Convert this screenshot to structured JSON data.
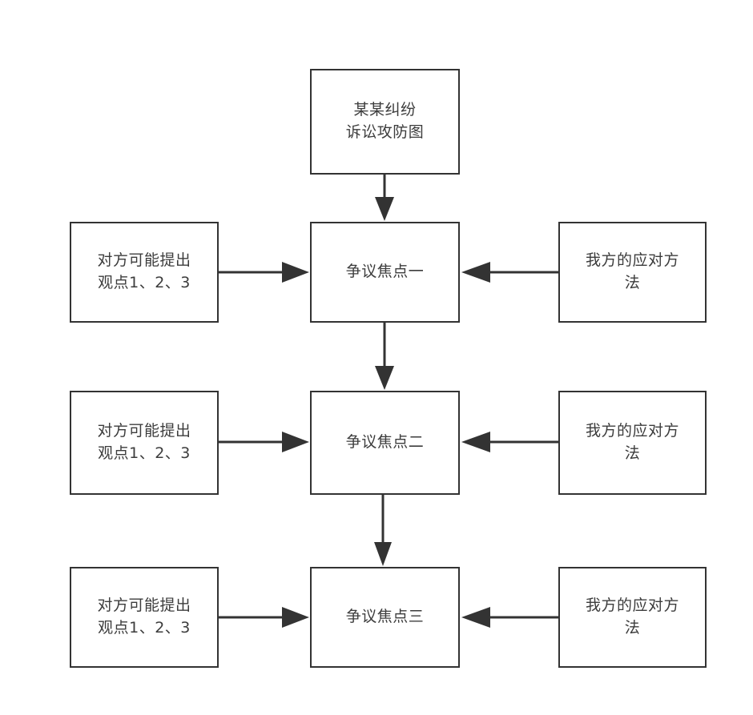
{
  "diagram": {
    "title_node": {
      "id": "title",
      "text": "某某纠纷\n诉讼攻防图"
    },
    "rows": [
      {
        "id": "row-1",
        "left": {
          "id": "opponent-points-1",
          "text": "对方可能提出\n观点1、2、3"
        },
        "center": {
          "id": "dispute-focus-1",
          "text": "争议焦点一"
        },
        "right": {
          "id": "our-response-1",
          "text": "我方的应对方\n法"
        }
      },
      {
        "id": "row-2",
        "left": {
          "id": "opponent-points-2",
          "text": "对方可能提出\n观点1、2、3"
        },
        "center": {
          "id": "dispute-focus-2",
          "text": "争议焦点二"
        },
        "right": {
          "id": "our-response-2",
          "text": "我方的应对方\n法"
        }
      },
      {
        "id": "row-3",
        "left": {
          "id": "opponent-points-3",
          "text": "对方可能提出\n观点1、2、3"
        },
        "center": {
          "id": "dispute-focus-3",
          "text": "争议焦点三"
        },
        "right": {
          "id": "our-response-3",
          "text": "我方的应对方\n法"
        }
      }
    ],
    "connectors": [
      {
        "id": "title-to-focus-1",
        "direction": "down"
      },
      {
        "id": "focus-1-to-focus-2",
        "direction": "down"
      },
      {
        "id": "focus-2-to-focus-3",
        "direction": "down"
      },
      {
        "id": "opponent-1-to-focus-1",
        "direction": "right"
      },
      {
        "id": "opponent-2-to-focus-2",
        "direction": "right"
      },
      {
        "id": "opponent-3-to-focus-3",
        "direction": "right"
      },
      {
        "id": "response-1-to-focus-1",
        "direction": "left"
      },
      {
        "id": "response-2-to-focus-2",
        "direction": "left"
      },
      {
        "id": "response-3-to-focus-3",
        "direction": "left"
      }
    ],
    "colors": {
      "border": "#333333",
      "box_fill": "#ffffff",
      "text": "#3c3c3c",
      "canvas": "#ffffff"
    }
  }
}
